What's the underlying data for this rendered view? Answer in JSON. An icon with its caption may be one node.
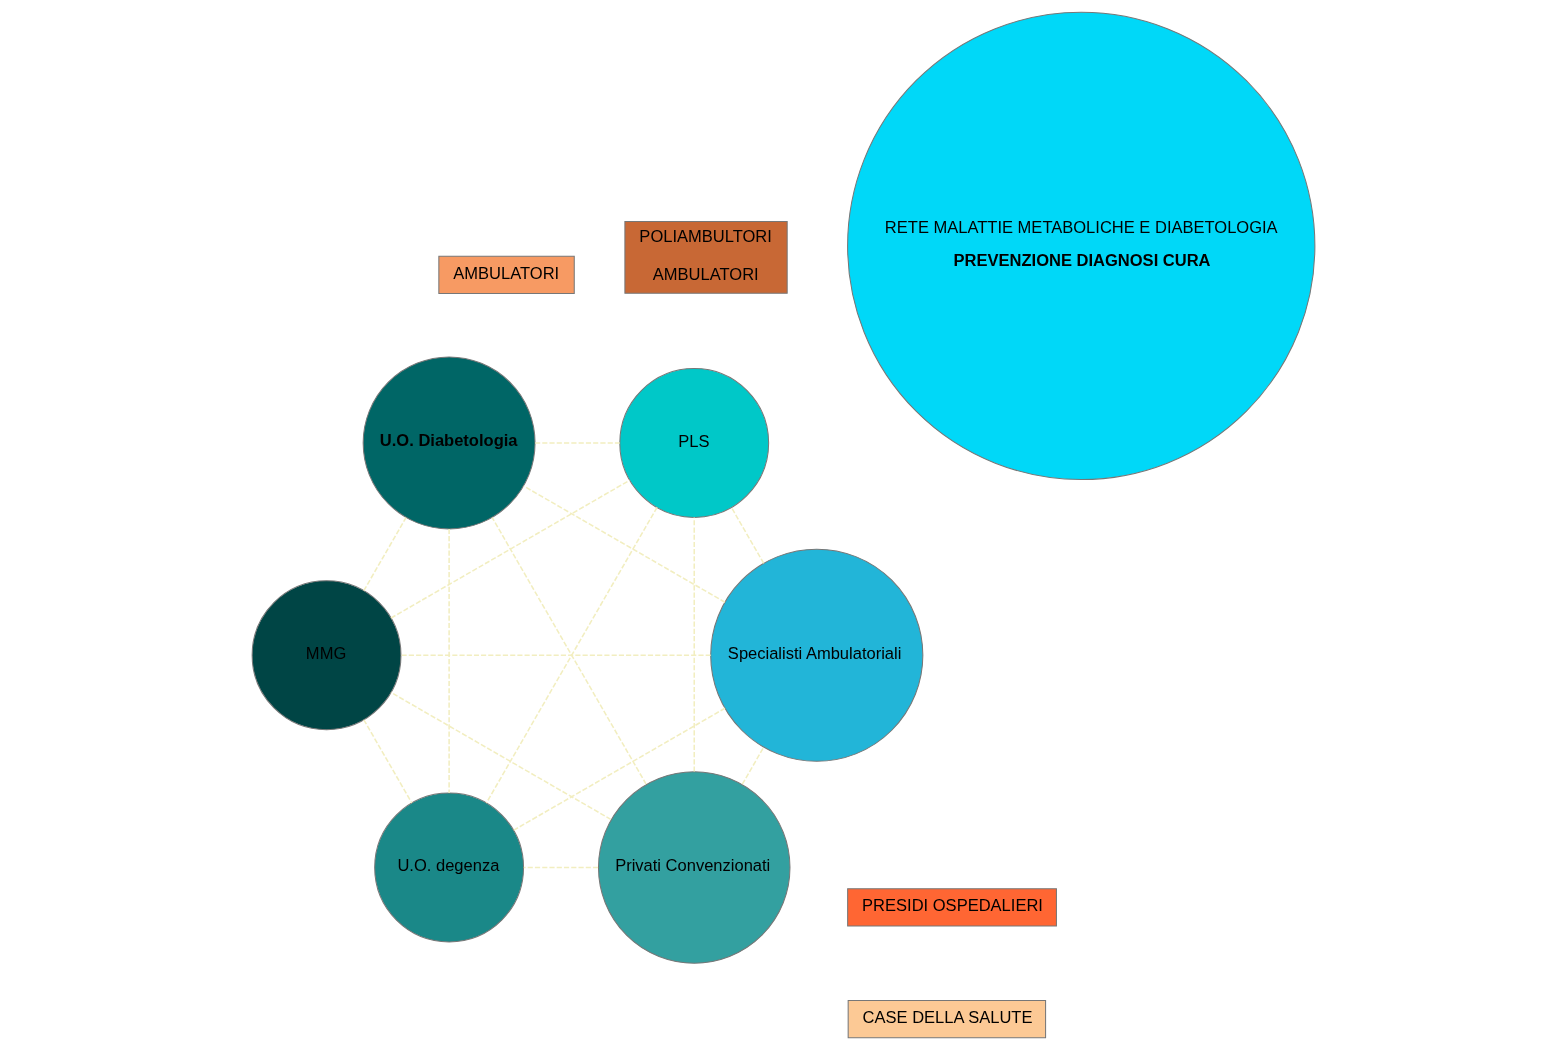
{
  "diagram": {
    "nodes": [
      {
        "text": [
          "AMBULATORI"
        ]
      },
      {
        "text": [
          "POLIAMBULTORI",
          "AMBULATORI"
        ]
      },
      {
        "text": [
          "CASE DELLA SALUTE"
        ]
      },
      {
        "text": [
          "PRESIDI OSPEDALIERI"
        ]
      },
      {
        "text": [
          "RETE MALATTIE METABOLICHE E DIABETOLOGIA",
          "PREVENZIONE DIAGNOSI CURA"
        ]
      },
      {
        "text": [
          "Privati Convenzionati"
        ]
      },
      {
        "text": [
          "Specialisti Ambulatoriali"
        ]
      },
      {
        "text": [
          "MMG"
        ]
      },
      {
        "text": [
          "U.O. Diabetologia"
        ]
      },
      {
        "text": [
          "PLS"
        ]
      },
      {
        "text": [
          "U.O. degenza"
        ]
      }
    ],
    "edges": [
      {
        "from": 5,
        "to": 6,
        "arrow": "none",
        "style": "dashed"
      },
      {
        "from": 5,
        "to": 7,
        "arrow": "none",
        "style": "dashed"
      },
      {
        "from": 5,
        "to": 8,
        "arrow": "none",
        "style": "dashed"
      },
      {
        "from": 5,
        "to": 9,
        "arrow": "none",
        "style": "dashed"
      },
      {
        "from": 5,
        "to": 10,
        "arrow": "none",
        "style": "dashed"
      },
      {
        "from": 6,
        "to": 7,
        "arrow": "none",
        "style": "dashed"
      },
      {
        "from": 6,
        "to": 8,
        "arrow": "none",
        "style": "dashed"
      },
      {
        "from": 6,
        "to": 9,
        "arrow": "none",
        "style": "dashed"
      },
      {
        "from": 6,
        "to": 10,
        "arrow": "none",
        "style": "dashed"
      },
      {
        "from": 7,
        "to": 8,
        "arrow": "none",
        "style": "dashed"
      },
      {
        "from": 7,
        "to": 9,
        "arrow": "none",
        "style": "dashed"
      },
      {
        "from": 7,
        "to": 10,
        "arrow": "none",
        "style": "dashed"
      },
      {
        "from": 8,
        "to": 9,
        "arrow": "none",
        "style": "dashed"
      },
      {
        "from": 8,
        "to": 10,
        "arrow": "none",
        "style": "dashed"
      },
      {
        "from": 9,
        "to": 10,
        "arrow": "none",
        "style": "dashed"
      }
    ]
  }
}
